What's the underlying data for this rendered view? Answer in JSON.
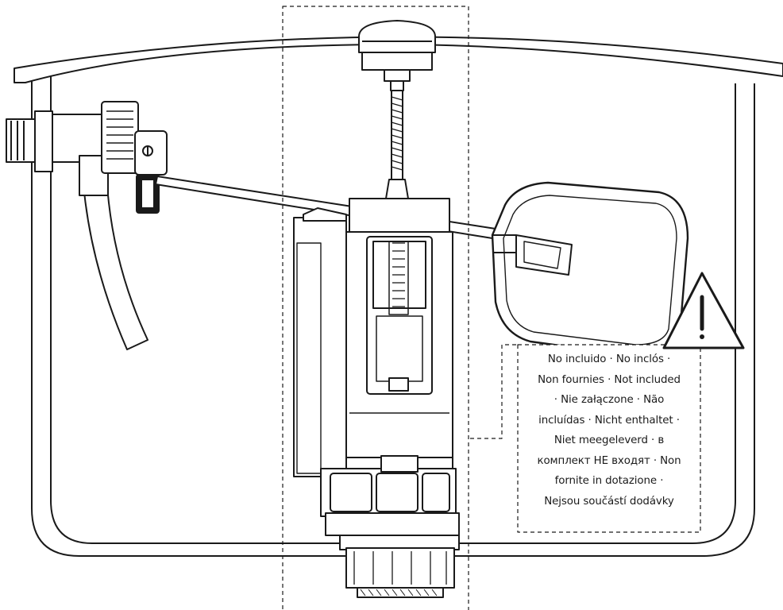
{
  "notice": {
    "lines": [
      "No incluido · No inclós ·",
      "Non fournies · Not included",
      "· Nie załączone · Não",
      "incluídas · Nicht enthaltet ·",
      "Niet meegeleverd · в",
      "комплект НЕ входят · Non",
      "fornite in dotazione ·",
      "Nejsou součástí dodávky"
    ]
  },
  "icons": {
    "warning": "warning-triangle-icon"
  },
  "colors": {
    "line": "#1a1a1a",
    "fill": "#ffffff",
    "shade": "#d9d9d9"
  }
}
